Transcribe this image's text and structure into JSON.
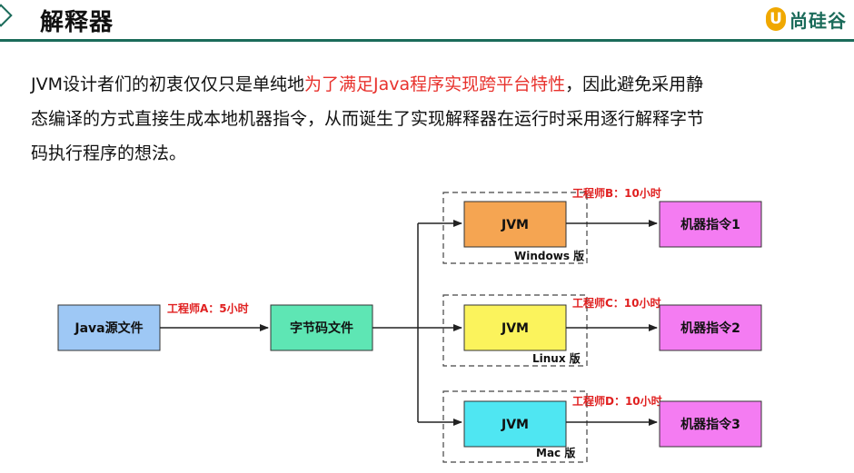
{
  "header": {
    "title": "解释器",
    "logo_mark": "U",
    "logo_text": "尚硅谷"
  },
  "paragraph": {
    "line1_pre": "JVM设计者们的初衷仅仅只是单纯地",
    "line1_highlight": "为了满足Java程序实现跨平台特性",
    "line1_post": "，因此避免采用静",
    "line2": "态编译的方式直接生成本地机器指令，从而诞生了实现解释器在运行时采用逐行解释字节",
    "line3": "码执行程序的想法。"
  },
  "diagram": {
    "source_file": "Java源文件",
    "edge_a_label": "工程师A：5小时",
    "bytecode_file": "字节码文件",
    "jvm_label": "JVM",
    "platforms": [
      {
        "os": "Windows 版",
        "engineer": "工程师B：10小时",
        "machine_code": "机器指令1",
        "color": "#f5a552"
      },
      {
        "os": "Linux 版",
        "engineer": "工程师C：10小时",
        "machine_code": "机器指令2",
        "color": "#fbf35c"
      },
      {
        "os": "Mac 版",
        "engineer": "工程师D：10小时",
        "machine_code": "机器指令3",
        "color": "#4fe6f2"
      }
    ],
    "colors": {
      "source": "#9ec8f5",
      "bytecode": "#5ee6b4",
      "machine": "#f47cf2",
      "highlight": "#e8322d"
    }
  }
}
